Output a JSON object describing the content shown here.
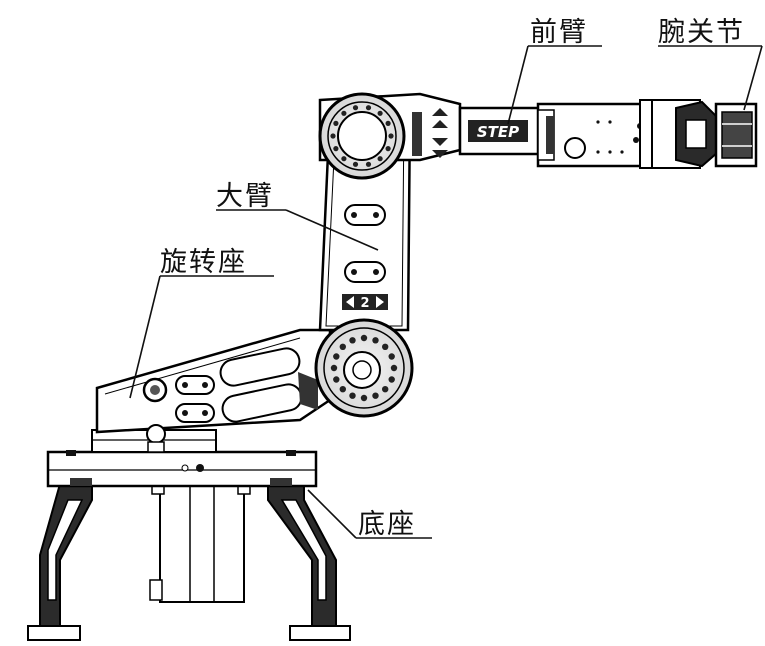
{
  "labels": {
    "forearm": "前臂",
    "wrist": "腕关节",
    "upper_arm": "大臂",
    "rotary_base": "旋转座",
    "base": "底座"
  },
  "markings": {
    "brand": "STEP",
    "joint_number": "2"
  }
}
